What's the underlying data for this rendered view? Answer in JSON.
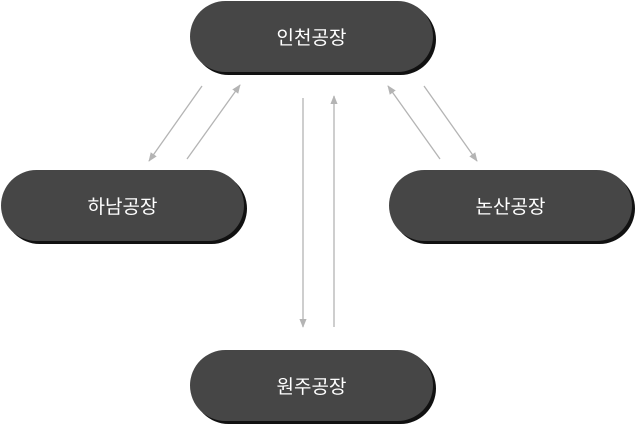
{
  "nodes": {
    "incheon": "인천공장",
    "hanam": "하남공장",
    "nonsan": "논산공장",
    "wonju": "원주공장"
  },
  "colors": {
    "node_fill": "#464646",
    "node_shadow": "#111111",
    "node_text": "#ffffff",
    "arrow": "#b4b4b4"
  }
}
